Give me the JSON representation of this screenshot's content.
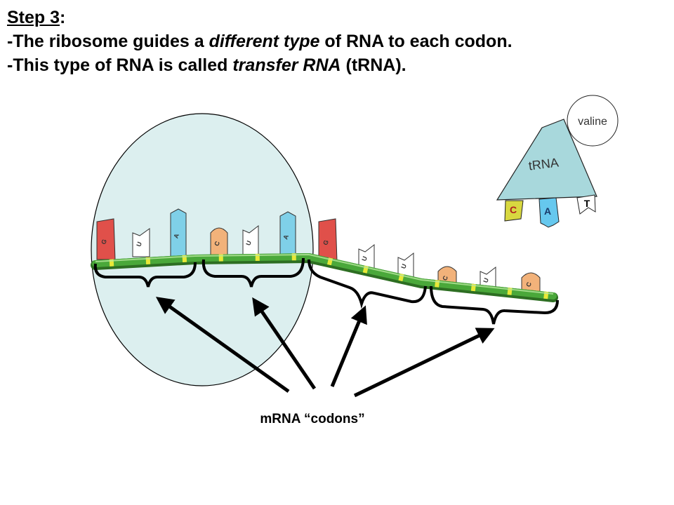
{
  "heading": {
    "step_word": "Step 3",
    "step_colon": ":",
    "line1_a": "-The ribosome guides a ",
    "line1_em": "different type",
    "line1_b": " of RNA to each codon.",
    "line2_a": "-This type of RNA is called ",
    "line2_em": "transfer RNA",
    "line2_b": " (tRNA)."
  },
  "trna": {
    "label": "tRNA",
    "amino_acid": "valine",
    "anticodon": [
      "C",
      "A",
      "T"
    ]
  },
  "mrna": {
    "bases": [
      "G",
      "U",
      "A",
      "C",
      "U",
      "A",
      "G",
      "U",
      "U",
      "C",
      "U",
      "C"
    ],
    "codon_caption": "mRNA “codons”"
  },
  "colors": {
    "ribosome_fill": "#dcefef",
    "strand_green": "#4aa83a",
    "base_red": "#e0504a",
    "base_blue": "#7fd0e8",
    "base_orange": "#f2b27a",
    "trna_body": "#a8d8dc",
    "trna_C": "#d8d840",
    "trna_A": "#66c8ee"
  }
}
